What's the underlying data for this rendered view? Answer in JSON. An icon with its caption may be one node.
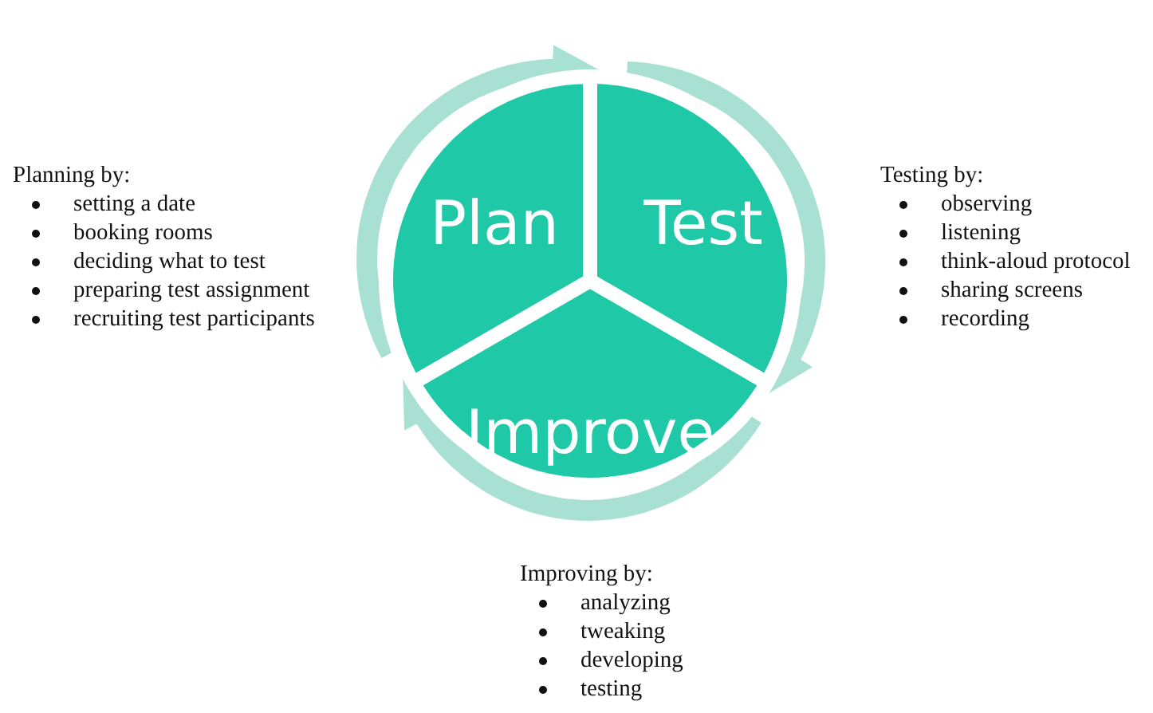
{
  "diagram": {
    "nodes": [
      {
        "text": [
          "Plan"
        ],
        "beside": [
          "Planning by:",
          "setting a date",
          "booking rooms",
          "deciding what to test",
          "preparing test assignment",
          "recruiting test participants"
        ]
      },
      {
        "text": [
          "Test"
        ],
        "beside": [
          "Testing by:",
          "observing",
          "listening",
          "think-aloud protocol",
          "sharing screens",
          "recording"
        ]
      },
      {
        "text": [
          "Improve"
        ],
        "beside": [
          "Improving by:",
          "analyzing",
          "tweaking",
          "developing",
          "testing"
        ]
      }
    ],
    "edges": [
      {
        "from": 0,
        "to": 1,
        "arrow": "to"
      },
      {
        "from": 1,
        "to": 2,
        "arrow": "to"
      },
      {
        "from": 2,
        "to": 0,
        "arrow": "to"
      }
    ]
  }
}
